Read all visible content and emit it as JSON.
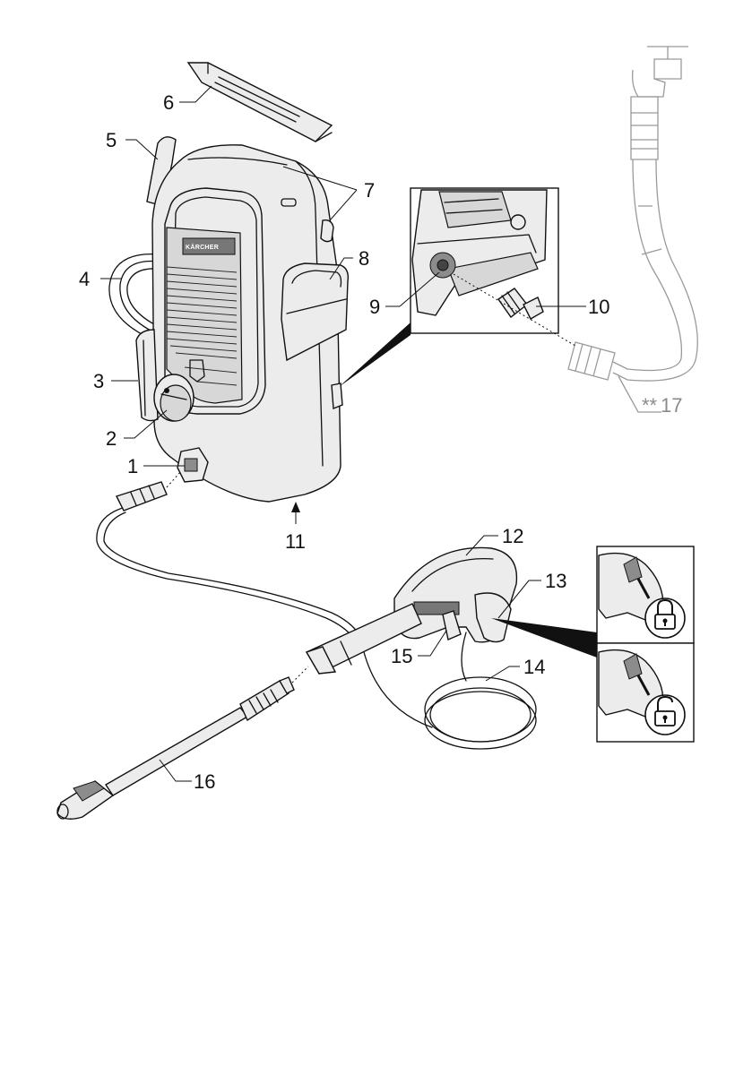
{
  "diagram": {
    "callouts": {
      "c1": "1",
      "c2": "2",
      "c3": "3",
      "c4": "4",
      "c5": "5",
      "c6": "6",
      "c7": "7",
      "c8": "8",
      "c9": "9",
      "c10": "10",
      "c11": "11",
      "c12": "12",
      "c13": "13",
      "c14": "14",
      "c15": "15",
      "c16": "16",
      "c17_prefix": "**",
      "c17": "17"
    },
    "brand_label": "KÄRCHER",
    "colors": {
      "line": "#111111",
      "accessory_gray": "#9a9a9a",
      "body_fill": "#ececec"
    },
    "icons": {
      "lock_closed": "padlock-closed-icon",
      "lock_open": "padlock-open-icon"
    }
  }
}
